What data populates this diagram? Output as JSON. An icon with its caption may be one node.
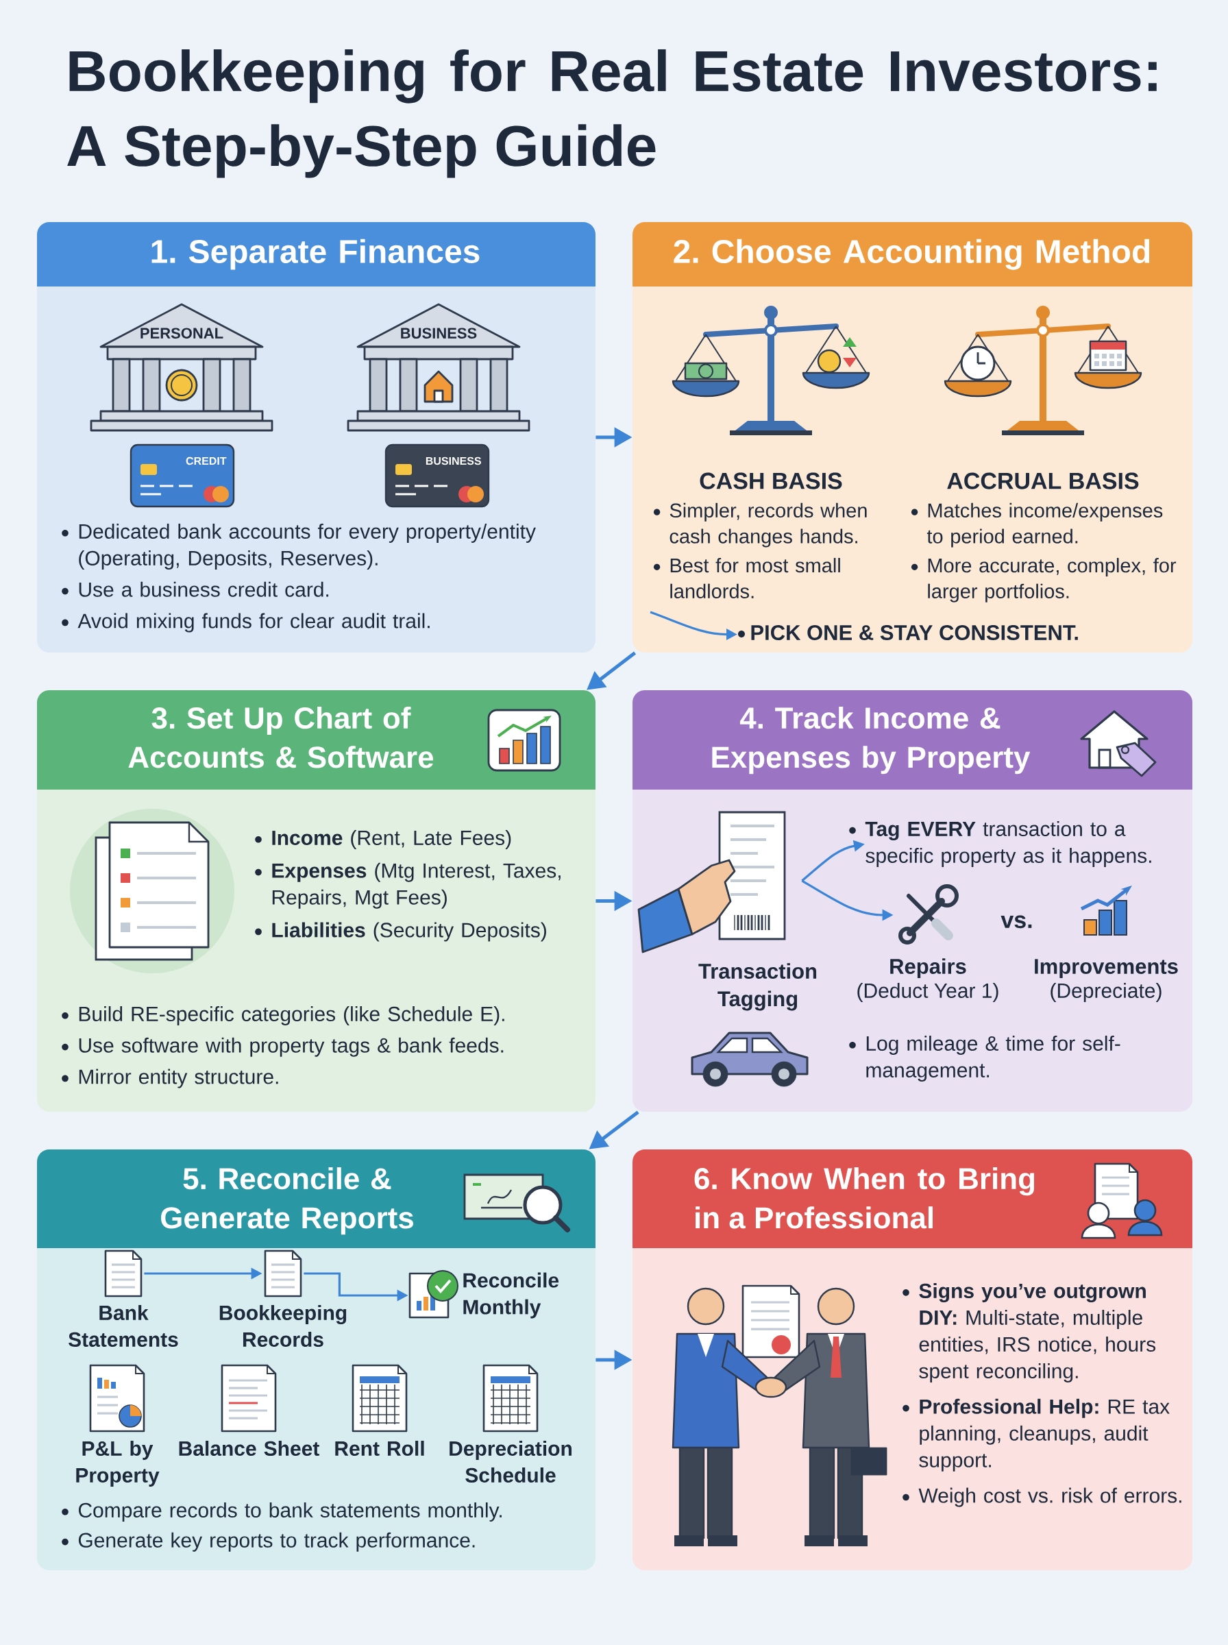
{
  "diagram": {
    "title": "Bookkeeping for Real Estate Investors: A Step-by-Step Guide",
    "nodes": [
      {
        "text": [
          "1. Separate Finances",
          "Dedicated bank accounts for every property/entity (Operating, Deposits, Reserves).",
          "Use a business credit card.",
          "Avoid mixing funds for clear audit trail."
        ]
      },
      {
        "text": [
          "2. Choose Accounting Method",
          "CASH BASIS",
          "Simpler, records when cash changes hands.",
          "Best for most small landlords.",
          "ACCRUAL BASIS",
          "Matches income/expenses to period earned.",
          "More accurate, complex, for larger portfolios."
        ]
      },
      {
        "text": [
          "3. Set Up Chart of Accounts & Software",
          "**Income** (Rent, Late Fees)",
          "**Expenses** (Mtg Interest, Taxes, Repairs, Mgt Fees)",
          "**Liabilities** (Security Deposits)",
          "Build RE-specific categories (like Schedule E).",
          "Use software with property tags & bank feeds.",
          "Mirror entity structure."
        ]
      },
      {
        "text": [
          "4. Track Income & Expenses by Property",
          "vs.",
          "Improvements",
          "(Depreciate)",
          "Log mileage & time for self-management."
        ]
      },
      {
        "text": [
          "5. Reconcile & Generate Reports",
          "P&L by Property",
          "Balance Sheet",
          "Rent Roll",
          "Depreciation Schedule",
          "Compare records to bank statements monthly.",
          "Generate key reports to track performance."
        ]
      },
      {
        "text": [
          "6. Know When to Bring in a Professional",
          "**Signs you’ve outgrown DIY:** Multi-state, multiple entities, IRS notice, hours spent reconciling.",
          "**Professional Help:** RE tax planning, cleanups, audit support.",
          "Weigh cost vs. risk of errors."
        ]
      },
      {
        "text": [
          "PICK ONE & STAY CONSISTENT."
        ],
        "in": 1
      },
      {
        "text": [
          "Transaction Tagging"
        ],
        "in": 3
      },
      {
        "text": [
          "**Tag EVERY** transaction to a specific property as it happens."
        ],
        "in": 3
      },
      {
        "text": [
          "Repairs",
          "(Deduct Year 1)"
        ],
        "in": 3
      },
      {
        "text": [
          "Bank Statements"
        ],
        "in": 4
      },
      {
        "text": [
          "Bookkeeping Records"
        ],
        "in": 4
      },
      {
        "text": [
          "Reconcile Monthly"
        ],
        "in": 4
      }
    ],
    "edges": [
      {
        "from": 0,
        "to": 1,
        "arrow": "to"
      },
      {
        "from": 1,
        "to": 2,
        "arrow": "to"
      },
      {
        "from": 2,
        "to": 3,
        "arrow": "to"
      },
      {
        "from": 3,
        "to": 4,
        "arrow": "to"
      },
      {
        "from": 4,
        "to": 5,
        "arrow": "to"
      },
      {
        "from": null,
        "to": 6,
        "arrow": "to"
      },
      {
        "from": 7,
        "to": 8,
        "arrow": "to"
      },
      {
        "from": 7,
        "to": 9,
        "arrow": "to"
      },
      {
        "from": 10,
        "to": 11,
        "arrow": "to"
      },
      {
        "from": 11,
        "to": 12,
        "arrow": "to"
      }
    ],
    "labels": [
      "PERSONAL",
      "BUSINESS",
      "CREDIT",
      "BUSINESS"
    ]
  }
}
